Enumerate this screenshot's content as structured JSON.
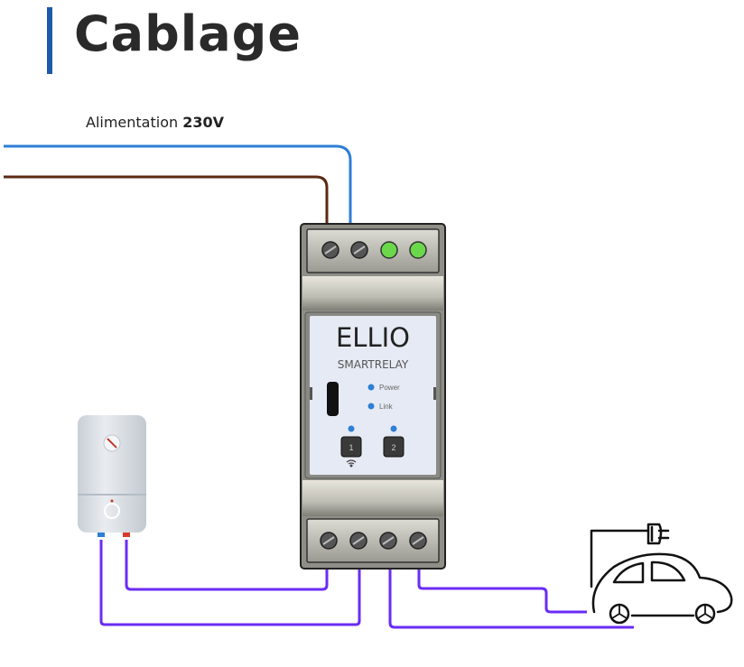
{
  "title": "Cablage",
  "supply": {
    "label": "Alimentation",
    "voltage": "230V"
  },
  "device": {
    "brand": "ELLIO",
    "model": "SMARTRELAY",
    "leds": [
      {
        "label": "Power",
        "color": "#2f7fd6"
      },
      {
        "label": "Link",
        "color": "#2f7fd6"
      }
    ],
    "buttons": [
      {
        "label": "1",
        "icon": "wifi-icon"
      },
      {
        "label": "2"
      }
    ],
    "top_terminals": 4,
    "bottom_terminals": 4
  },
  "loads": [
    {
      "name": "water-heater",
      "icon": "water-heater-icon"
    },
    {
      "name": "electric-car",
      "icon": "ev-car-icon"
    }
  ],
  "colors": {
    "title_accent": "#1f5aa8",
    "wire_neutral": "#2e7fd6",
    "wire_live": "#5a2a12",
    "wire_output": "#6a2cf5",
    "terminal_green": "#6ad84a"
  }
}
